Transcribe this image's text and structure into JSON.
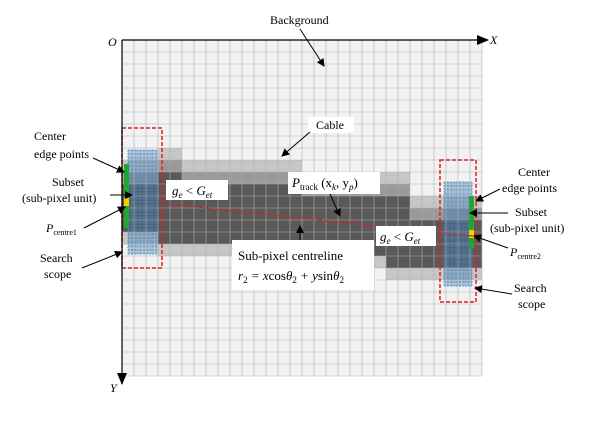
{
  "labels": {
    "background": "Background",
    "cable": "Cable",
    "origin": "O",
    "x_axis": "X",
    "y_axis": "Y",
    "center_edge_points_left": [
      "Center",
      "edge points"
    ],
    "center_edge_points_right": [
      "Center",
      "edge points"
    ],
    "subset_left": [
      "Subset",
      "(sub-pixel unit)"
    ],
    "subset_right": [
      "Subset",
      "(sub-pixel unit)"
    ],
    "p_centre1": {
      "base": "P",
      "sub": "centre1"
    },
    "p_centre2": {
      "base": "P",
      "sub": "centre2"
    },
    "search_scope_left": [
      "Search",
      "scope"
    ],
    "search_scope_right": [
      "Search",
      "scope"
    ],
    "threshold_left": {
      "g": "g",
      "g_sub": "e",
      "op": " < ",
      "G": "G",
      "G_sub": "et"
    },
    "threshold_right": {
      "g": "g",
      "g_sub": "e",
      "op": " < ",
      "G": "G",
      "G_sub": "et"
    },
    "p_track": {
      "base": "P",
      "sub": "track",
      "args": " (x",
      "arg1_sub": "k",
      "mid": ", y",
      "arg2_sub": "p",
      "end": ")"
    },
    "centreline_title": "Sub-pixel centreline",
    "centreline_eq": {
      "r": "r",
      "r_sub": "2",
      "eq": " = x",
      "cos": "cos",
      "th1": "θ",
      "th1_sub": "2",
      "plus": " + y",
      "sin": "sin",
      "th2": "θ",
      "th2_sub": "2"
    }
  },
  "colors": {
    "cable_dark": "#595959",
    "cable_mid": "#9a9a9a",
    "cable_light": "#c6c6c6",
    "subset_blue": "#3d8fd8",
    "search_box": "#e02020",
    "edge_green": "#1ea832",
    "edge_yellow": "#f4d000",
    "grid_line": "#b0b0b0",
    "background_fill": "#f2f2f2"
  }
}
